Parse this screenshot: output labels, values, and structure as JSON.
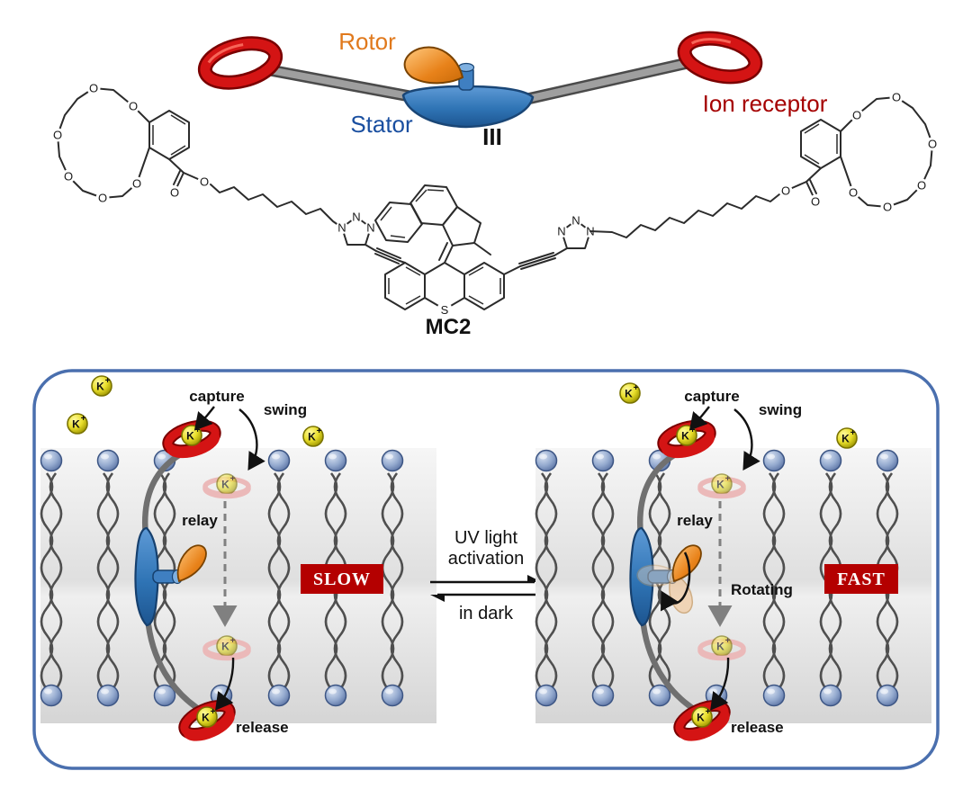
{
  "figure": {
    "molecule_label": "MC2",
    "motor_code": "III"
  },
  "schematic": {
    "rotor_label": "Rotor",
    "stator_label": "Stator",
    "ion_receptor_label": "Ion receptor"
  },
  "atoms": {
    "oxygen": "O",
    "nitrogen": "N",
    "sulfur": "S"
  },
  "ion": {
    "symbol": "K",
    "charge": "+"
  },
  "membrane": {
    "capture_label": "capture",
    "swing_label": "swing",
    "relay_label": "relay",
    "release_label": "release",
    "slow_badge": "SLOW",
    "fast_badge": "FAST",
    "rotating_label": "Rotating"
  },
  "center": {
    "forward_line1": "UV light",
    "forward_line2": "activation",
    "reverse_line": "in dark"
  },
  "colors": {
    "rotor_orange": "#E8821A",
    "stator_blue": "#2F74B5",
    "receptor_red": "#D41414",
    "badge_red": "#B40000",
    "ion_yellow": "#E8DE2A",
    "lipid_head_blue": "#93A9CE",
    "panel_border_blue": "#4A6FAE"
  }
}
